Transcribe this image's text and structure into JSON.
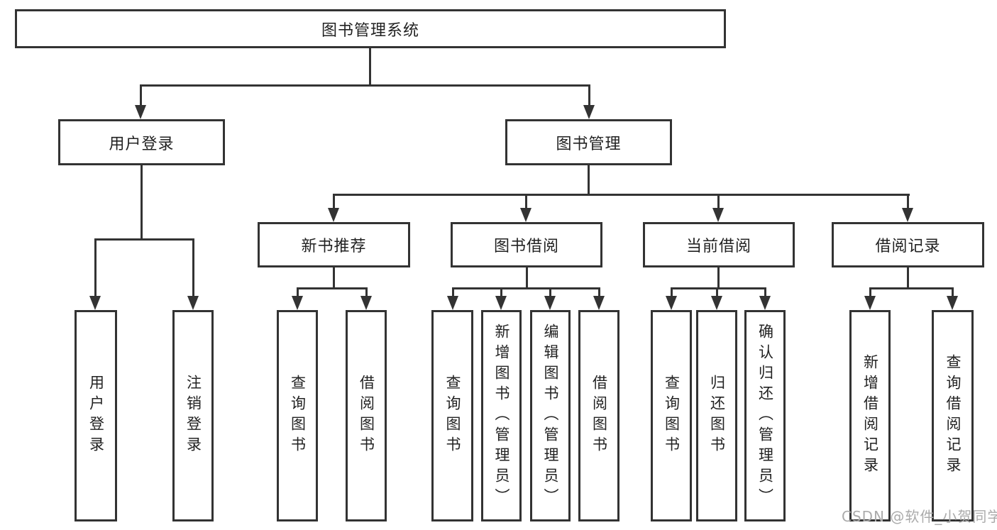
{
  "diagram": {
    "root": {
      "label": "图书管理系统",
      "children": [
        {
          "label": "用户登录",
          "children": [
            {
              "label": "用户登录"
            },
            {
              "label": "注销登录"
            }
          ]
        },
        {
          "label": "图书管理",
          "children": [
            {
              "label": "新书推荐",
              "children": [
                {
                  "label": "查询图书"
                },
                {
                  "label": "借阅图书"
                }
              ]
            },
            {
              "label": "图书借阅",
              "children": [
                {
                  "label": "查询图书"
                },
                {
                  "label": "新增图书（管理员）"
                },
                {
                  "label": "编辑图书（管理员）"
                },
                {
                  "label": "借阅图书"
                }
              ]
            },
            {
              "label": "当前借阅",
              "children": [
                {
                  "label": "查询图书"
                },
                {
                  "label": "归还图书"
                },
                {
                  "label": "确认归还（管理员）"
                }
              ]
            },
            {
              "label": "借阅记录",
              "children": [
                {
                  "label": "新增借阅记录"
                },
                {
                  "label": "查询借阅记录"
                }
              ]
            }
          ]
        }
      ]
    },
    "colors": {
      "line": "#333333",
      "text": "#222222",
      "background": "#ffffff",
      "watermark": "#ababab"
    }
  },
  "watermark": {
    "text": "CSDN @软件_小贺同学"
  }
}
